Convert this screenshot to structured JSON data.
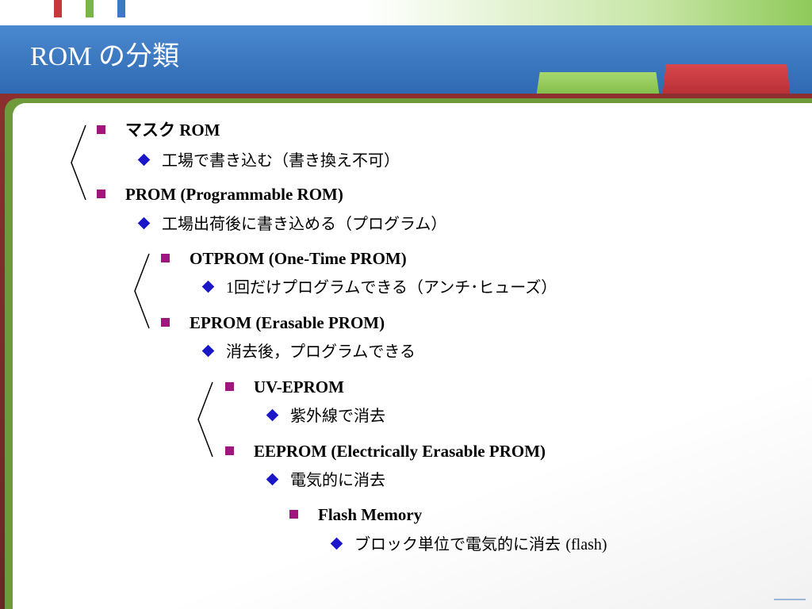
{
  "slide": {
    "title": "ROM の分類"
  },
  "colors": {
    "title_bar": "#2e69b2",
    "square_bullet": "#a0157e",
    "diamond_bullet": "#1b17c9",
    "tab_green": "#7dbb45",
    "tab_red": "#b42d33"
  },
  "icons": {
    "level1_bullet": "square-bullet-icon",
    "level2_bullet": "diamond-bullet-icon",
    "grouping": "left-angle-brace-icon"
  },
  "items": {
    "mask_rom": {
      "label": "マスク ROM",
      "detail": "工場で書き込む（書き換え不可）"
    },
    "prom": {
      "label": "PROM (Programmable ROM)",
      "detail": "工場出荷後に書き込める（プログラム）"
    },
    "otprom": {
      "label": "OTPROM (One-Time PROM)",
      "detail_num": "1",
      "detail_text": "回だけプログラムできる（アンチ･ヒューズ）"
    },
    "eprom": {
      "label": "EPROM (Erasable PROM)",
      "detail": "消去後，プログラムできる"
    },
    "uv_eprom": {
      "label": "UV-EPROM",
      "detail": "紫外線で消去"
    },
    "eeprom": {
      "label": "EEPROM (Electrically Erasable PROM)",
      "detail": "電気的に消去"
    },
    "flash": {
      "label": "Flash Memory",
      "detail_jp": "ブロック単位で電気的に消去",
      "detail_en": "(flash)"
    }
  }
}
